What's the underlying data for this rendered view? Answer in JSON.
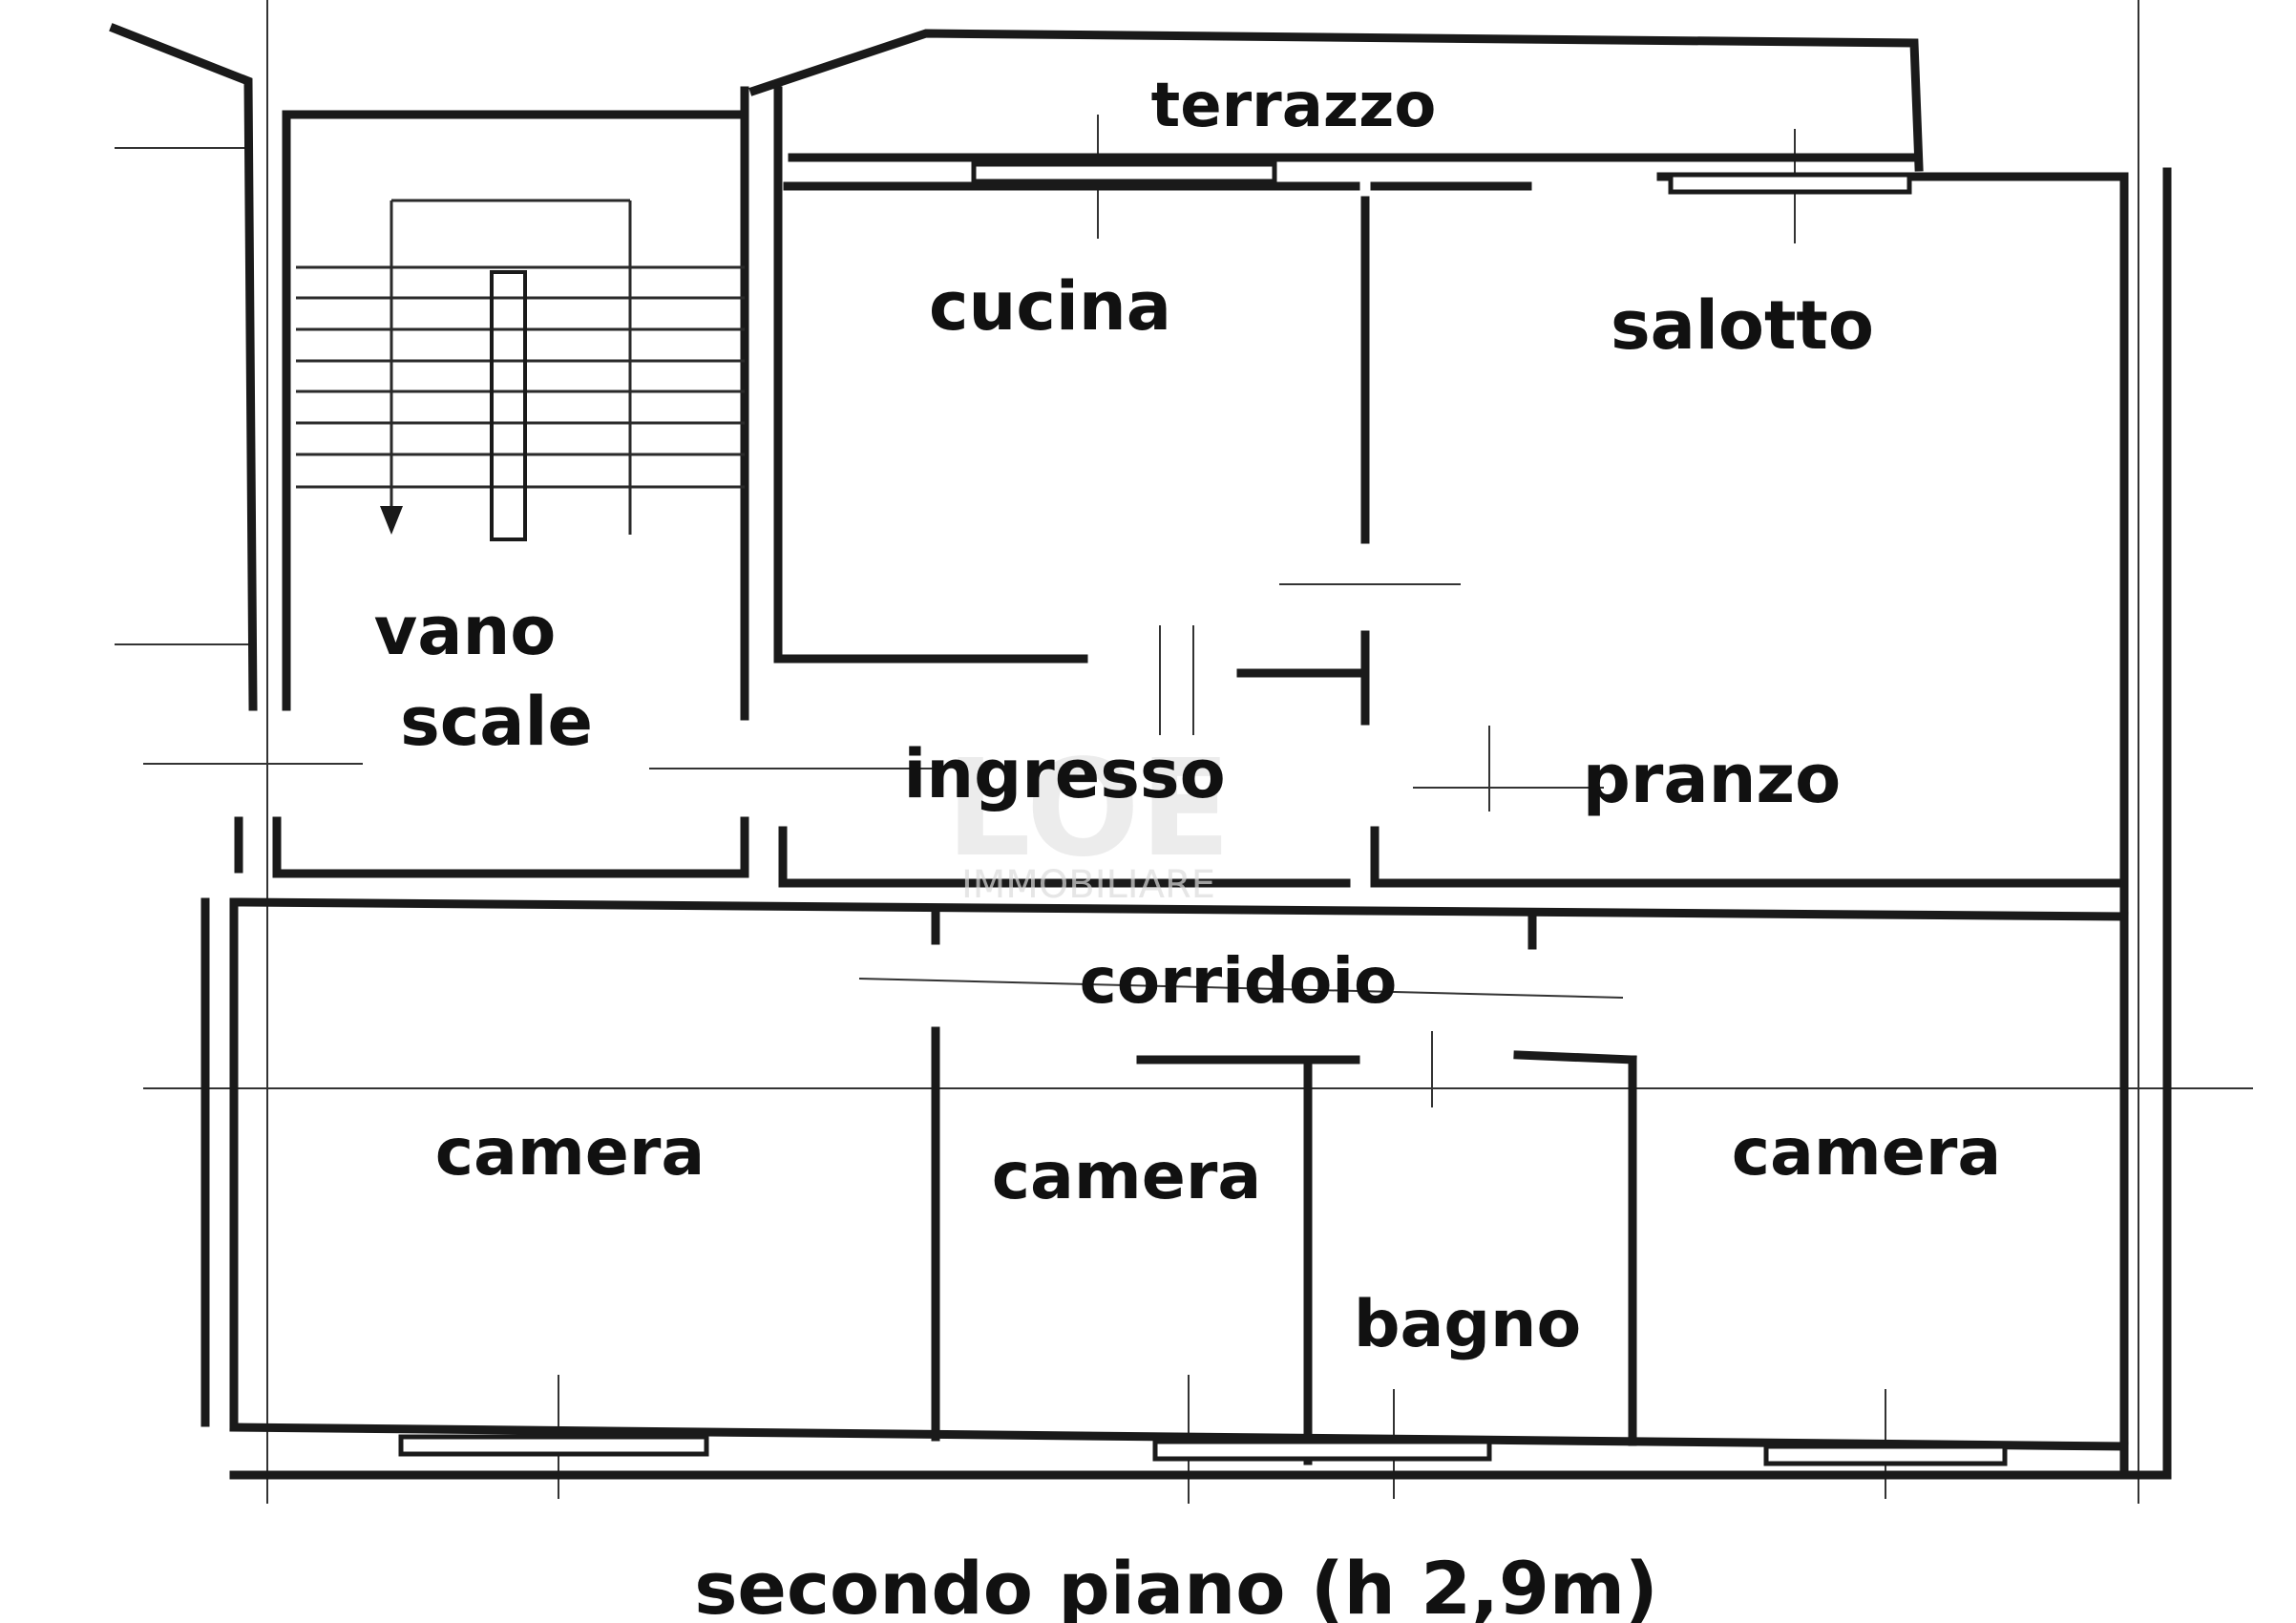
{
  "plan": {
    "rooms": {
      "terrazzo": "terrazzo",
      "cucina": "cucina",
      "salotto": "salotto",
      "vano": "vano",
      "scale": "scale",
      "ingresso": "ingresso",
      "pranzo": "pranzo",
      "corridoio": "corridoio",
      "camera_left": "camera",
      "camera_mid": "camera",
      "bagno": "bagno",
      "camera_right": "camera"
    },
    "caption": "secondo piano (h 2,9m)"
  },
  "watermark": {
    "logo": "LOE",
    "sub": "IMMOBILIARE"
  }
}
